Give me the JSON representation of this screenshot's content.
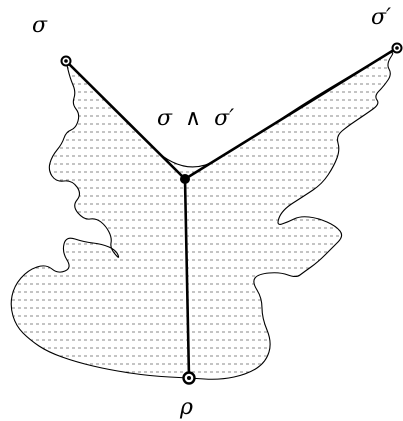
{
  "diagram": {
    "labels": {
      "sigma": "σ",
      "sigma_prime": "σ′",
      "meet_left": "σ",
      "meet_op": "∧",
      "meet_right": "σ′",
      "rho": "ρ"
    },
    "colors": {
      "stroke": "#000000",
      "hatch": "#8a8a8a",
      "background": "#ffffff"
    }
  }
}
